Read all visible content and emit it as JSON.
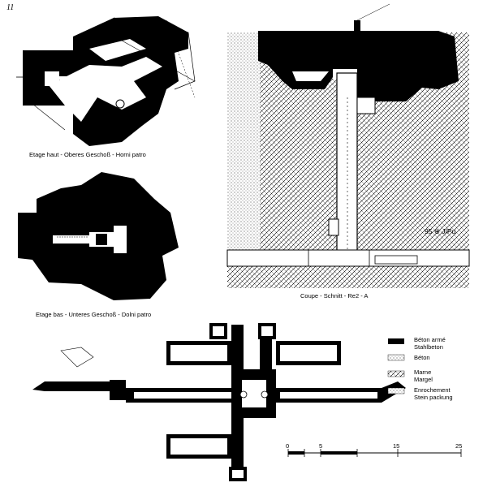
{
  "page": {
    "number": "11"
  },
  "plans": {
    "upper_floor_caption": "Etage haut - Oberes Geschoß - Horni patro",
    "lower_floor_caption": "Etage bas - Unteres Geschoß - Dolni patro",
    "section_caption": "Coupe - Schnitt - Re2 - A",
    "section_marker": "95 ⊕ J/Pu"
  },
  "legend": {
    "items": [
      {
        "key": "concrete_reinforced",
        "label_fr": "Béton armé",
        "label_de": "Stahlbeton"
      },
      {
        "key": "concrete",
        "label_fr": "Béton",
        "label_de": ""
      },
      {
        "key": "marl",
        "label_fr": "Marne",
        "label_de": "Margel"
      },
      {
        "key": "stone_packing",
        "label_fr": "Enrochement",
        "label_de": "Stein packung"
      }
    ]
  },
  "scale_bar": {
    "ticks": [
      "0",
      "5",
      "15",
      "25"
    ]
  },
  "colors": {
    "ink": "#000000",
    "paper": "#ffffff"
  }
}
